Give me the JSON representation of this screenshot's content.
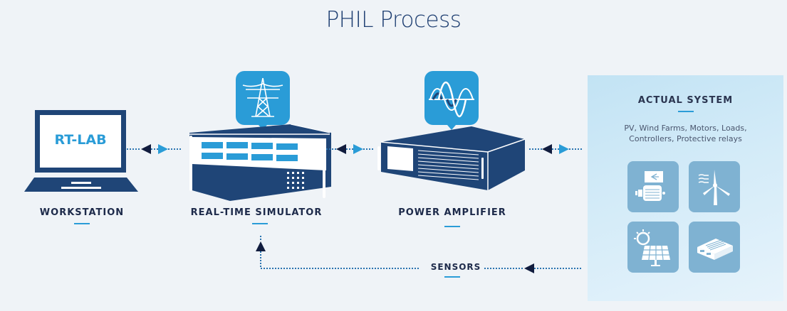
{
  "title": "PHIL Process",
  "nodes": [
    {
      "id": "workstation",
      "label": "WORKSTATION",
      "screen_text": "RT-LAB",
      "icon": "laptop-icon"
    },
    {
      "id": "simulator",
      "label": "REAL-TIME SIMULATOR",
      "icon": "simulator-rack-icon",
      "badge_icon": "transmission-tower-icon"
    },
    {
      "id": "amplifier",
      "label": "POWER AMPLIFIER",
      "icon": "amplifier-rack-icon",
      "badge_icon": "sine-wave-icon"
    },
    {
      "id": "actual_system",
      "label": "ACTUAL SYSTEM",
      "description_line1": "PV, Wind Farms, Motors, Loads,",
      "description_line2": "Controllers, Protective relays",
      "tiles": [
        "motor-icon",
        "wind-turbine-icon",
        "solar-panel-icon",
        "controller-box-icon"
      ]
    }
  ],
  "connections": [
    {
      "from": "workstation",
      "to": "simulator",
      "type": "bidirectional"
    },
    {
      "from": "simulator",
      "to": "amplifier",
      "type": "bidirectional"
    },
    {
      "from": "amplifier",
      "to": "actual_system",
      "type": "bidirectional"
    },
    {
      "from": "actual_system",
      "to": "simulator",
      "type": "feedback",
      "label": "SENSORS"
    }
  ],
  "colors": {
    "navy": "#1f4577",
    "accent": "#2a9cd7",
    "arrow_dark": "#111c3e",
    "tile": "#7fb2d2",
    "background": "#eff3f7"
  }
}
